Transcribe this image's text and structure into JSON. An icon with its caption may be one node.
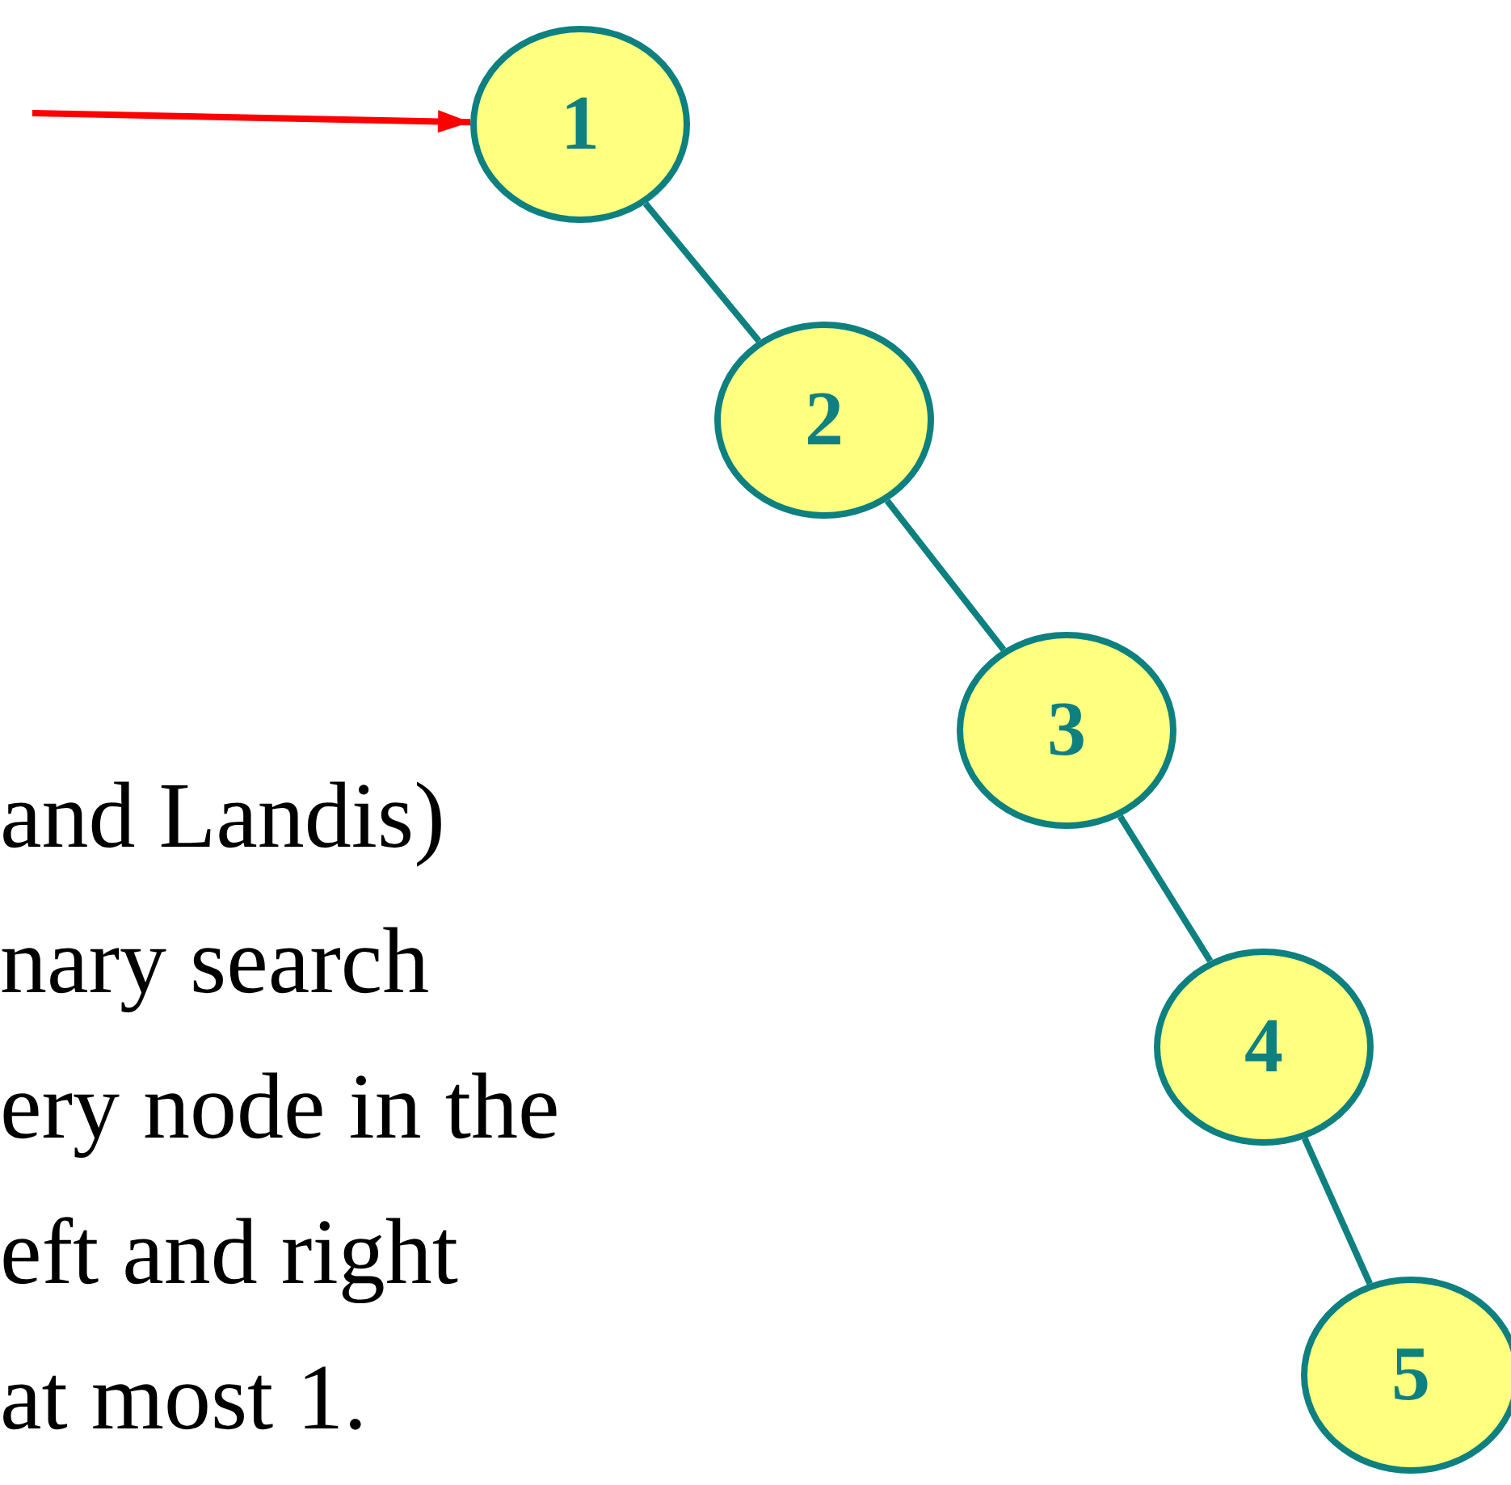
{
  "diagram": {
    "nodes": [
      {
        "text": [
          "1"
        ]
      },
      {
        "text": [
          "2"
        ]
      },
      {
        "text": [
          "3"
        ]
      },
      {
        "text": [
          "4"
        ]
      },
      {
        "text": [
          "5"
        ]
      }
    ],
    "edges": [
      {
        "from": null,
        "to": 0,
        "arrow": "to",
        "color": "#ff0000"
      },
      {
        "from": 0,
        "to": 1,
        "arrow": "none"
      },
      {
        "from": 1,
        "to": 2,
        "arrow": "none"
      },
      {
        "from": 2,
        "to": 3,
        "arrow": "none"
      },
      {
        "from": 3,
        "to": 4,
        "arrow": "none"
      }
    ],
    "labels": [
      "and Landis)",
      "nary search",
      "ery node in the",
      "eft and right",
      "at most 1."
    ]
  }
}
